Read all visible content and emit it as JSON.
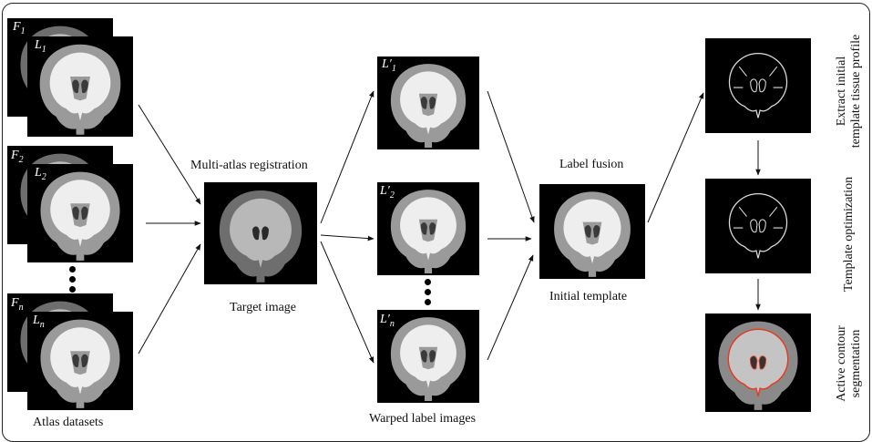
{
  "sections": {
    "atlas": {
      "label": "Atlas datasets",
      "tags": [
        {
          "f": "F",
          "f_sub": "1",
          "l": "L",
          "l_sub": "1"
        },
        {
          "f": "F",
          "f_sub": "2",
          "l": "L",
          "l_sub": "2"
        },
        {
          "f": "F",
          "f_sub": "n",
          "l": "L",
          "l_sub": "n"
        }
      ]
    },
    "registration": {
      "title": "Multi-atlas registration",
      "caption": "Target image"
    },
    "warped": {
      "caption": "Warped label images",
      "tags": [
        {
          "l": "L′",
          "l_sub": "1"
        },
        {
          "l": "L′",
          "l_sub": "2"
        },
        {
          "l": "L′",
          "l_sub": "n"
        }
      ]
    },
    "fusion": {
      "title": "Label fusion",
      "caption": "Initial template"
    },
    "steps": [
      {
        "label_line1": "Extract initial",
        "label_line2": "template tissue profile"
      },
      {
        "label_line1": "Template optimization",
        "label_line2": ""
      },
      {
        "label_line1": "Active contour",
        "label_line2": "segmentation"
      }
    ]
  },
  "colors": {
    "tile_bg": "#000000",
    "white_matter": "#eeeeee",
    "gray_matter": "#9a9a9a",
    "ventricle": "#3a3a3a",
    "contour": "#e8371f"
  }
}
